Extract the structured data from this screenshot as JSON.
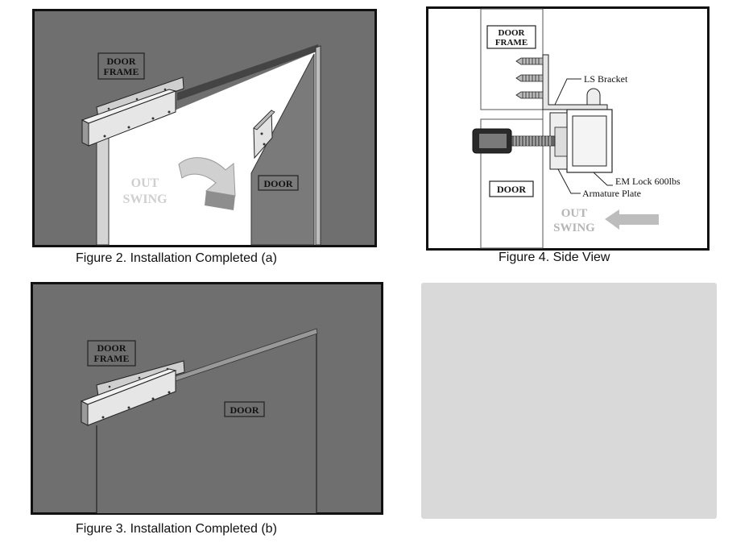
{
  "figures": {
    "fig2": {
      "caption": "Figure 2. Installation Completed (a)",
      "labels": {
        "door_frame_1": "DOOR",
        "door_frame_2": "FRAME",
        "out_1": "OUT",
        "swing": "SWING",
        "door": "DOOR"
      }
    },
    "fig3": {
      "caption": "Figure 3. Installation Completed (b)",
      "labels": {
        "door_frame_1": "DOOR",
        "door_frame_2": "FRAME",
        "door": "DOOR"
      }
    },
    "fig4": {
      "caption": "Figure 4. Side View",
      "labels": {
        "door_frame_1": "DOOR",
        "door_frame_2": "FRAME",
        "ls_bracket": "LS Bracket",
        "em_lock": "EM Lock 600lbs",
        "armature_plate": "Armature Plate",
        "door": "DOOR",
        "out_1": "OUT",
        "swing": "SWING"
      }
    }
  },
  "colors": {
    "wall": "#6f6f6f",
    "frame_border": "#111111",
    "opening": "#ffffff",
    "door_panel": "#7a7a7a",
    "lock_face": "#e4e4e4",
    "arrow_gray": "#bdbdbd",
    "placeholder": "#d9d9d9"
  }
}
